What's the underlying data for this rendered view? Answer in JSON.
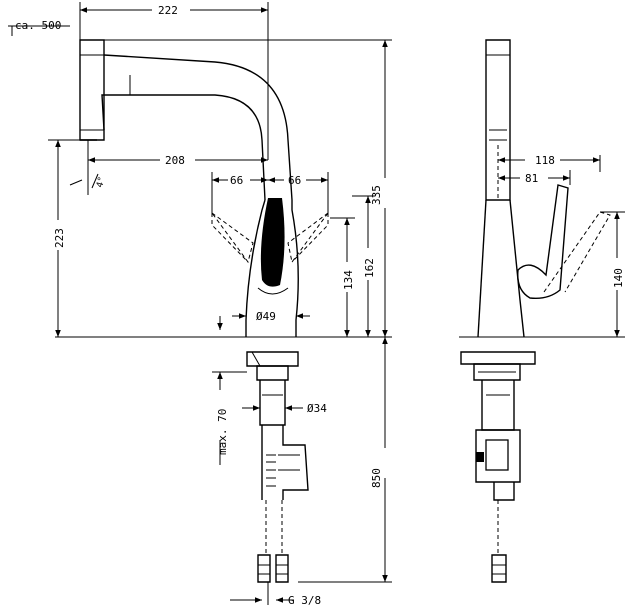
{
  "dimensions": {
    "ca_500": "ca. 500",
    "spout_reach": "222",
    "total_height": "335",
    "spray_reach": "208",
    "angle": "4°",
    "swivel_left": "66",
    "swivel_right": "66",
    "outlet_height": "223",
    "lever_height_a": "134",
    "lever_height_b": "162",
    "base_diameter": "Ø49",
    "max_thickness": "max. 70",
    "shank_diameter": "Ø34",
    "hose_length": "850",
    "connection": "G 3/8",
    "side_reach_118": "118",
    "side_reach_81": "81",
    "side_height_140": "140"
  }
}
